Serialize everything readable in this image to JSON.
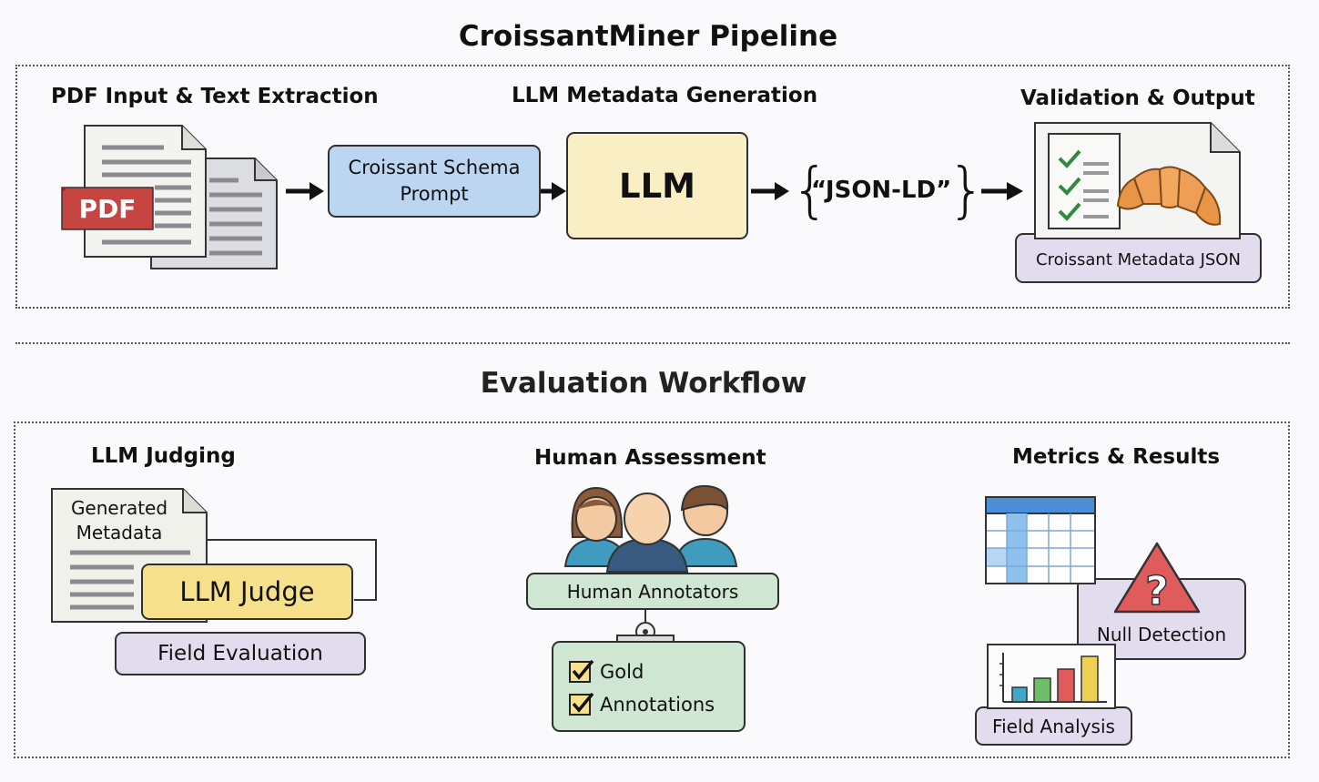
{
  "titles": {
    "pipeline": "CroissantMiner Pipeline",
    "evaluation": "Evaluation Workflow"
  },
  "pipeline": {
    "pdf_section": "PDF Input & Text Extraction",
    "pdf_badge": "PDF",
    "llm_section": "LLM Metadata Generation",
    "prompt_box": "Croissant Schema Prompt",
    "llm_box": "LLM",
    "jsonld": "“JSON-LD”",
    "validation_section": "Validation & Output",
    "croissant_label": "Croissant Metadata JSON"
  },
  "evaluation": {
    "judging_section": "LLM Judging",
    "generated_metadata": "Generated Metadata",
    "llm_judge": "LLM Judge",
    "field_evaluation": "Field Evaluation",
    "human_section": "Human Assessment",
    "human_annotators": "Human Annotators",
    "gold": "Gold",
    "annotations": "Annotations",
    "metrics_section": "Metrics & Results",
    "null_detection": "Null Detection",
    "field_analysis": "Field Analysis"
  },
  "colors": {
    "blue_box": "#bcd6f1",
    "cream_box": "#faefc4",
    "lavender_box": "#e3dcef",
    "yellow_box": "#f6e08c",
    "green_box": "#cfe6d2",
    "pdf_red": "#d9534f",
    "croissant_orange": "#e89548",
    "warning_red": "#e05b5b",
    "table_blue": "#4b8ed8"
  }
}
